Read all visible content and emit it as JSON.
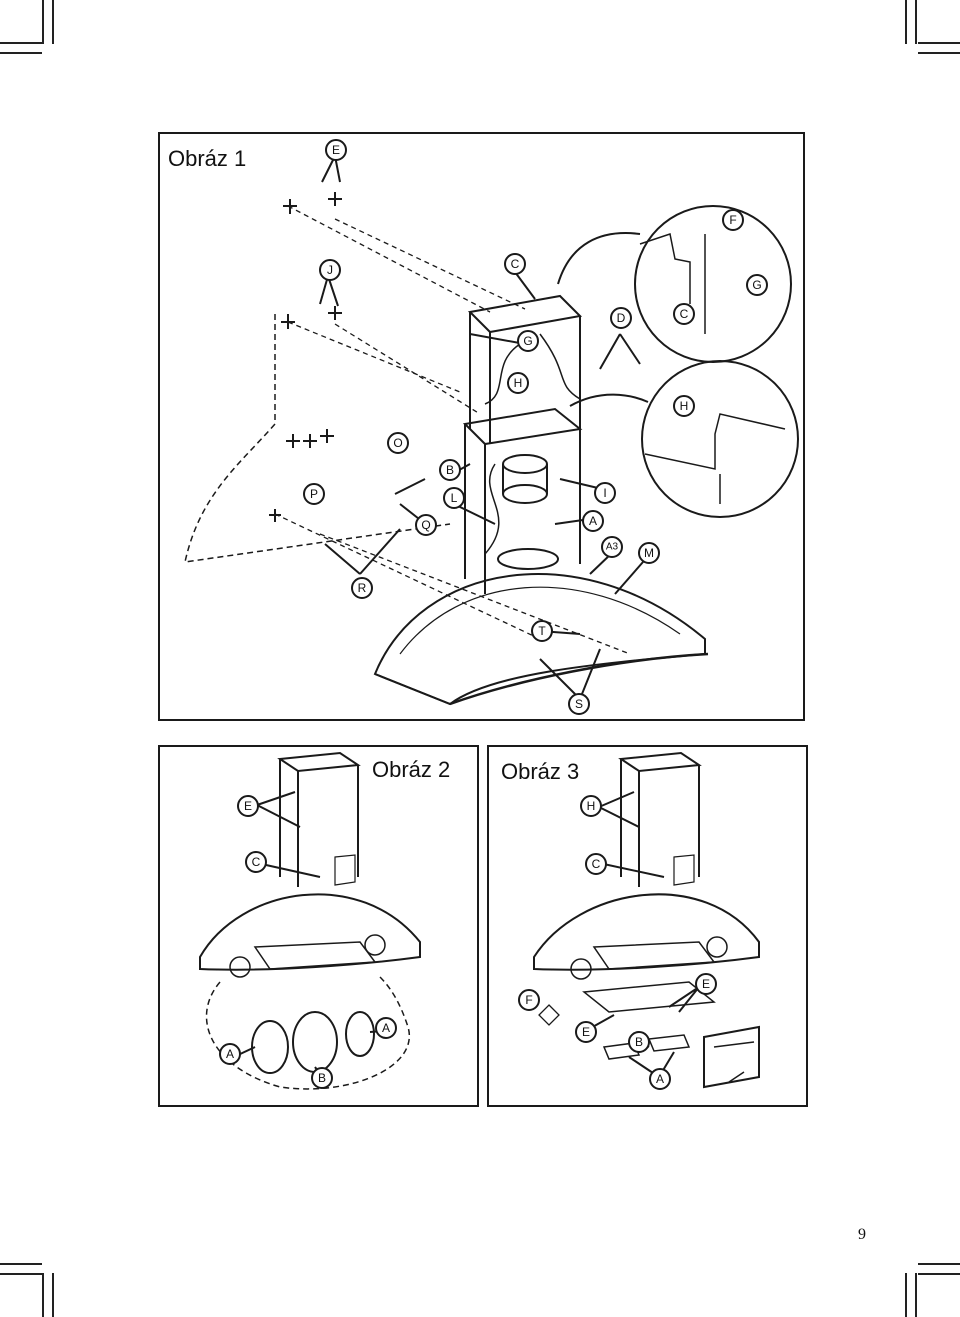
{
  "figures": {
    "fig1": {
      "title": "Obráz 1",
      "labels": [
        "E",
        "C",
        "J",
        "F",
        "G",
        "D",
        "C",
        "G",
        "H",
        "H",
        "O",
        "B",
        "I",
        "P",
        "L",
        "A",
        "Q",
        "A3",
        "M",
        "R",
        "T",
        "S"
      ]
    },
    "fig2": {
      "title": "Obráz 2",
      "labels": [
        "E",
        "C",
        "A",
        "A",
        "B"
      ]
    },
    "fig3": {
      "title": "Obráz 3",
      "labels": [
        "H",
        "C",
        "F",
        "E",
        "E",
        "B",
        "A"
      ]
    }
  },
  "page": {
    "number": "9"
  }
}
